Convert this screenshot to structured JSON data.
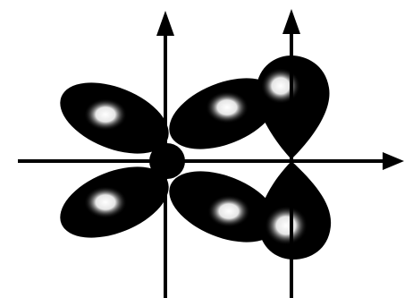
{
  "figure": {
    "background_color": "#ffffff",
    "ink_color": "#000000",
    "highlight_color": "#ffffff",
    "axes": [
      {
        "name": "horizontal-axis",
        "direction": "right",
        "arrow": true
      },
      {
        "name": "vertical-axis-left",
        "direction": "up",
        "arrow": true
      },
      {
        "name": "vertical-axis-right",
        "direction": "up",
        "arrow": true
      }
    ],
    "orbitals": [
      {
        "name": "d-orbital",
        "lobe_count": 4,
        "arrangement": "cloverleaf"
      },
      {
        "name": "p-orbital",
        "lobe_count": 2,
        "arrangement": "vertical"
      }
    ]
  }
}
